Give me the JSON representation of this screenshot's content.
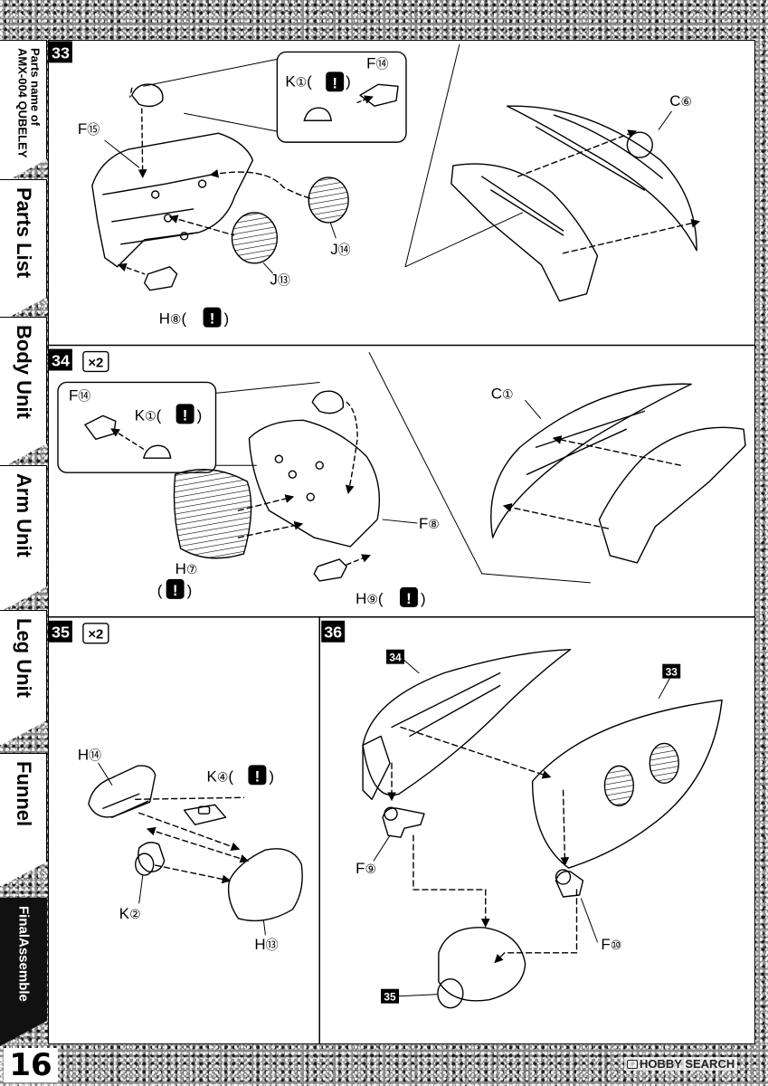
{
  "sidebar": {
    "parts_name": "Parts name of\nAMX-004 QUBELEY",
    "tabs": [
      "Parts List",
      "Body Unit",
      "Arm Unit",
      "Leg Unit",
      "Funnel",
      "FinalAssemble"
    ]
  },
  "page_number": "16",
  "watermark": "HOBBY SEARCH",
  "steps": {
    "s33": {
      "number": "33",
      "labels": {
        "k1": "K",
        "k1_num": "①",
        "f14": "F",
        "f14_num": "⑭",
        "f15": "F",
        "f15_num": "⑮",
        "j14": "J",
        "j14_num": "⑭",
        "j13": "J",
        "j13_num": "⑬",
        "h8": "H",
        "h8_num": "⑧",
        "c6": "C",
        "c6_num": "⑥"
      }
    },
    "s34": {
      "number": "34",
      "multiplier": "×2",
      "labels": {
        "f14": "F",
        "f14_num": "⑭",
        "k1": "K",
        "k1_num": "①",
        "c1": "C",
        "c1_num": "①",
        "f8": "F",
        "f8_num": "⑧",
        "h7": "H",
        "h7_num": "⑦",
        "h9": "H",
        "h9_num": "⑨"
      }
    },
    "s35": {
      "number": "35",
      "multiplier": "×2",
      "labels": {
        "h14": "H",
        "h14_num": "⑭",
        "k4": "K",
        "k4_num": "④",
        "k2": "K",
        "k2_num": "②",
        "h13": "H",
        "h13_num": "⑬"
      }
    },
    "s36": {
      "number": "36",
      "refs": {
        "r34": "34",
        "r33": "33",
        "r35": "35"
      },
      "labels": {
        "f9": "F",
        "f9_num": "⑨",
        "f10": "F",
        "f10_num": "⑩"
      }
    }
  },
  "caution_mark": "!",
  "paren_open": "(",
  "paren_close": ")"
}
